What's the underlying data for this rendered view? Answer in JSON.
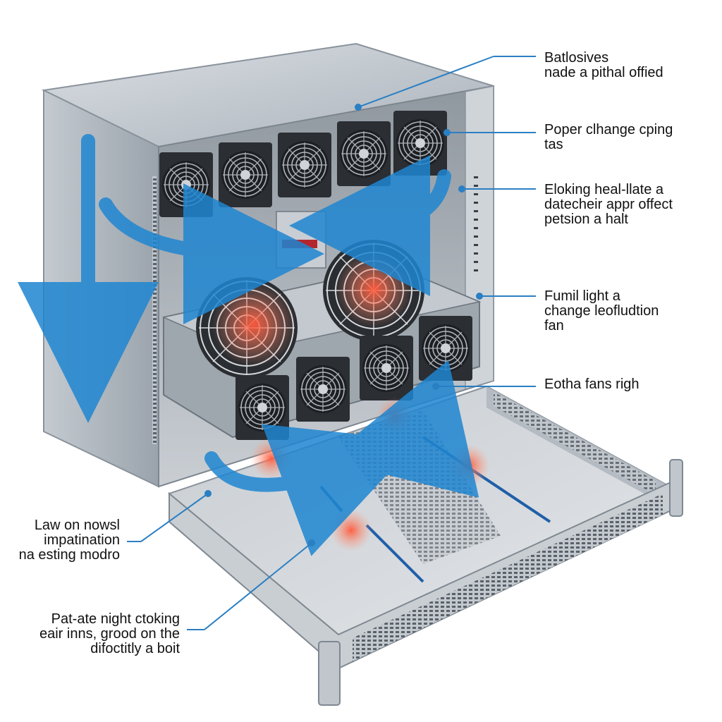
{
  "diagram": {
    "colors": {
      "airflow_arrow": "#1f86d1",
      "leader_line": "#2b7fc3",
      "heat_glow": "#ff5a3c",
      "chassis_metal": "#b7bec6",
      "fan_housing": "#2b2e33"
    },
    "callouts": {
      "right": [
        {
          "lines": [
            "Batlosives",
            "nade a pithal offied"
          ]
        },
        {
          "lines": [
            "Poper clhange cping",
            "tas"
          ]
        },
        {
          "lines": [
            "Eloking heal-llate a",
            "datecheir appr offect",
            "petsion a halt"
          ]
        },
        {
          "lines": [
            "Fumil light a",
            "change leofludtion",
            "fan"
          ]
        },
        {
          "lines": [
            "Eotha fans righ"
          ]
        }
      ],
      "left": [
        {
          "lines": [
            "Law on nowsl",
            "impatination",
            "na esting modro"
          ]
        },
        {
          "lines": [
            "Pat-ate night ctoking",
            "eair inns, grood on the",
            "difoctitly a boit"
          ]
        }
      ]
    },
    "icons": [
      "fan-icon",
      "airflow-arrow-icon",
      "heat-glow-icon",
      "vent-grille-icon"
    ]
  }
}
